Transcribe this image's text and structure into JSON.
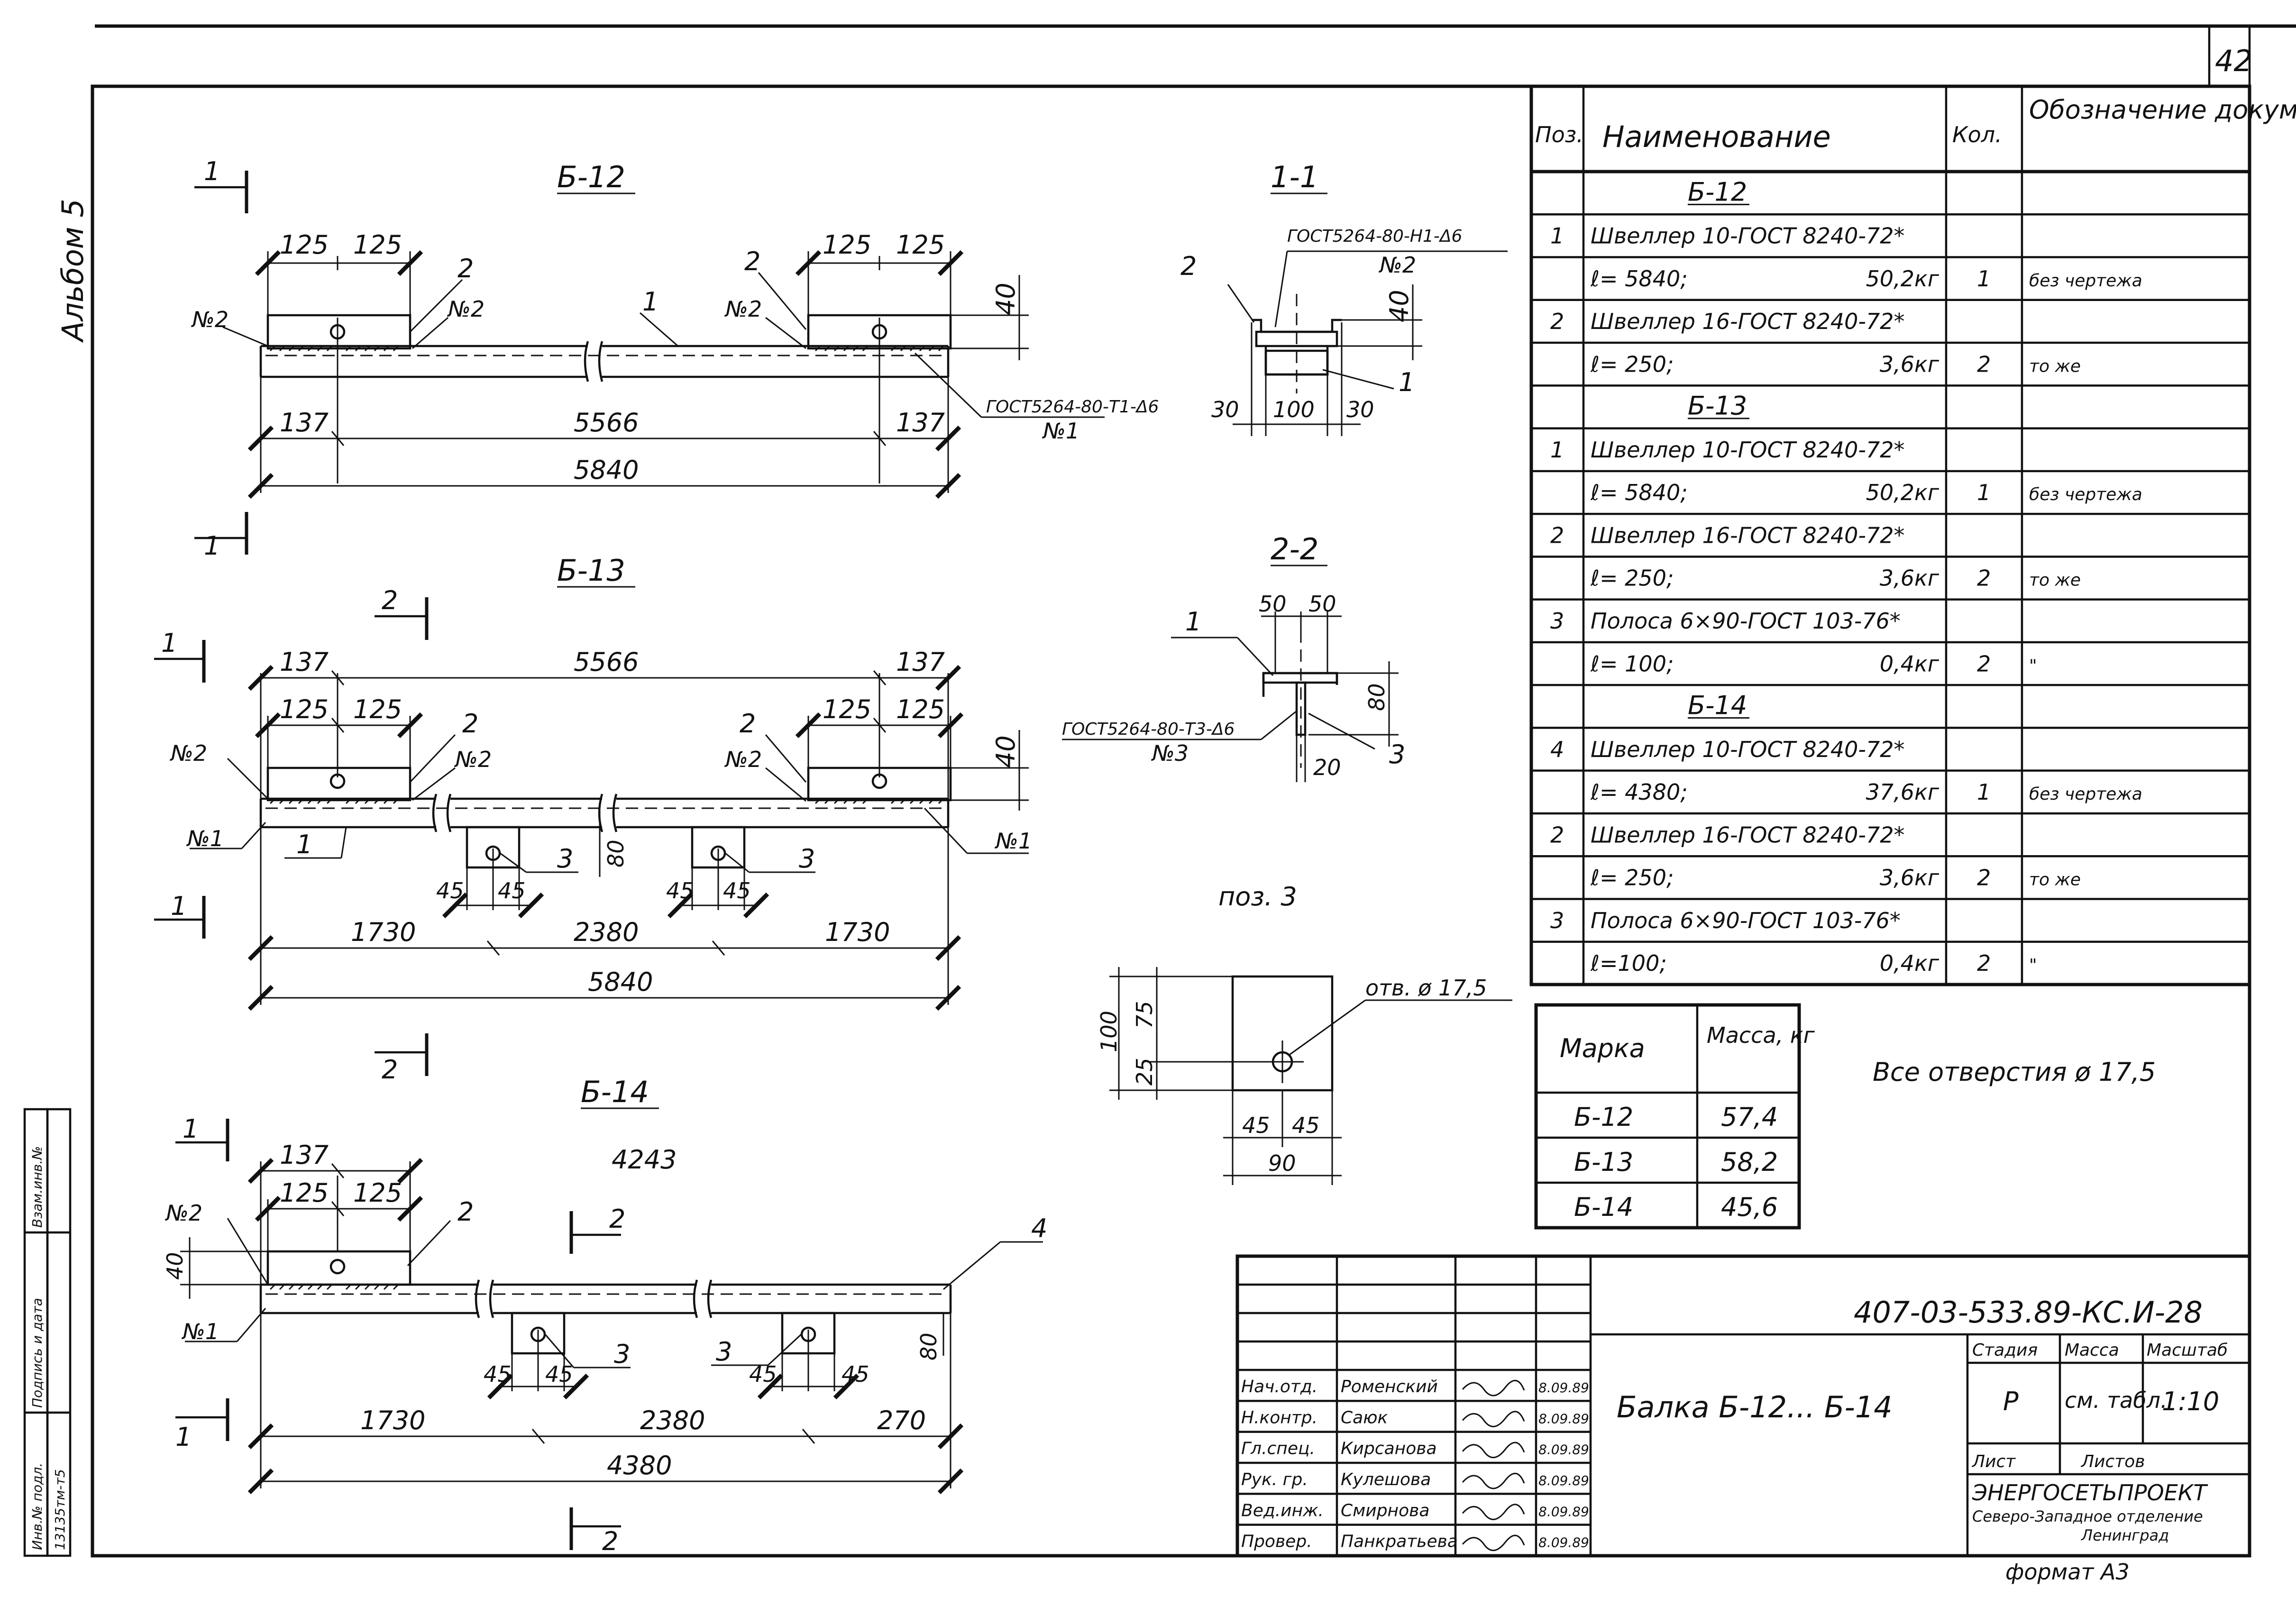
{
  "sheet": {
    "page_number": "42",
    "album_label": "Альбом 5",
    "format_label": "формат А3",
    "holes_note": "Все отверстия ø 17,5",
    "side_stamp": [
      "Инв.№ подл.",
      "Подпись и дата",
      "Взам.инв.№",
      "13135тм-т5"
    ]
  },
  "views": {
    "b12": {
      "title": "Б-12",
      "section_mark": "1",
      "dims": [
        "125",
        "125",
        "125",
        "125",
        "40",
        "137",
        "5566",
        "137",
        "5840"
      ],
      "leaders": [
        "2",
        "№2",
        "№2",
        "1",
        "№2",
        "2"
      ],
      "weld_note": [
        "ГОСТ5264-80-Т1-Δ6",
        "№1"
      ]
    },
    "b13": {
      "title": "Б-13",
      "section_marks": [
        "2",
        "1",
        "1",
        "2"
      ],
      "dims": [
        "137",
        "5566",
        "137",
        "125",
        "125",
        "125",
        "125",
        "40",
        "80",
        "45",
        "45",
        "45",
        "45",
        "1730",
        "2380",
        "1730",
        "5840"
      ],
      "leaders": [
        "№2",
        "2",
        "№2",
        "№1",
        "1",
        "3",
        "2",
        "№2",
        "3",
        "№1"
      ]
    },
    "b14": {
      "title": "Б-14",
      "section_marks": [
        "1",
        "1",
        "2",
        "2"
      ],
      "dims": [
        "137",
        "4243",
        "125",
        "125",
        "40",
        "80",
        "45",
        "45",
        "45",
        "45",
        "1730",
        "2380",
        "270",
        "4380"
      ],
      "leaders": [
        "№2",
        "2",
        "№1",
        "3",
        "3",
        "4"
      ]
    },
    "sec11": {
      "title": "1-1",
      "weld_note": [
        "ГОСТ5264-80-Н1-Δ6",
        "№2"
      ],
      "dims": [
        "40",
        "30",
        "100",
        "30"
      ],
      "leaders": [
        "2",
        "1"
      ]
    },
    "sec22": {
      "title": "2-2",
      "dims": [
        "50",
        "50",
        "80",
        "20"
      ],
      "weld_note": [
        "ГОСТ5264-80-Т3-Δ6",
        "№3"
      ],
      "leaders": [
        "1",
        "3"
      ]
    },
    "pos3": {
      "title": "поз. 3",
      "hole_label": "отв. ø 17,5",
      "dims": [
        "100",
        "75",
        "25",
        "45",
        "45",
        "90"
      ]
    }
  },
  "parts_table": {
    "headers": [
      "Поз.",
      "Наименование",
      "Кол.",
      "Обозначение документа"
    ],
    "rows": [
      {
        "type": "group",
        "name": "Б-12"
      },
      {
        "pos": "1",
        "name": "Швеллер 10-ГОСТ 8240-72*",
        "qty": "",
        "doc": ""
      },
      {
        "pos": "",
        "name": "ℓ= 5840;",
        "mass": "50,2кг",
        "qty": "1",
        "doc": "без чертежа"
      },
      {
        "pos": "2",
        "name": "Швеллер 16-ГОСТ 8240-72*",
        "qty": "",
        "doc": ""
      },
      {
        "pos": "",
        "name": "ℓ= 250;",
        "mass": "3,6кг",
        "qty": "2",
        "doc": "то же"
      },
      {
        "type": "group",
        "name": "Б-13"
      },
      {
        "pos": "1",
        "name": "Швеллер 10-ГОСТ 8240-72*",
        "qty": "",
        "doc": ""
      },
      {
        "pos": "",
        "name": "ℓ= 5840;",
        "mass": "50,2кг",
        "qty": "1",
        "doc": "без чертежа"
      },
      {
        "pos": "2",
        "name": "Швеллер 16-ГОСТ 8240-72*",
        "qty": "",
        "doc": ""
      },
      {
        "pos": "",
        "name": "ℓ= 250;",
        "mass": "3,6кг",
        "qty": "2",
        "doc": "то же"
      },
      {
        "pos": "3",
        "name": "Полоса 6×90-ГОСТ 103-76*",
        "qty": "",
        "doc": ""
      },
      {
        "pos": "",
        "name": "ℓ= 100;",
        "mass": "0,4кг",
        "qty": "2",
        "doc": "\""
      },
      {
        "type": "group",
        "name": "Б-14"
      },
      {
        "pos": "4",
        "name": "Швеллер 10-ГОСТ 8240-72*",
        "qty": "",
        "doc": ""
      },
      {
        "pos": "",
        "name": "ℓ= 4380;",
        "mass": "37,6кг",
        "qty": "1",
        "doc": "без чертежа"
      },
      {
        "pos": "2",
        "name": "Швеллер 16-ГОСТ 8240-72*",
        "qty": "",
        "doc": ""
      },
      {
        "pos": "",
        "name": "ℓ= 250;",
        "mass": "3,6кг",
        "qty": "2",
        "doc": "то же"
      },
      {
        "pos": "3",
        "name": "Полоса 6×90-ГОСТ 103-76*",
        "qty": "",
        "doc": ""
      },
      {
        "pos": "",
        "name": "ℓ=100;",
        "mass": "0,4кг",
        "qty": "2",
        "doc": "\""
      }
    ]
  },
  "mass_table": {
    "headers": [
      "Марка",
      "Масса, кг"
    ],
    "rows": [
      [
        "Б-12",
        "57,4"
      ],
      [
        "Б-13",
        "58,2"
      ],
      [
        "Б-14",
        "45,6"
      ]
    ]
  },
  "title_block": {
    "doc_code": "407-03-533.89-КС.И-28",
    "title": "Балка Б-12... Б-14",
    "stage_hdr": "Стадия",
    "mass_hdr": "Масса",
    "scale_hdr": "Масштаб",
    "stage": "Р",
    "mass_val": "см. табл.",
    "scale": "1:10",
    "sheet_lbl": "Лист",
    "sheets_lbl": "Листов",
    "org": [
      "ЭНЕРГОСЕТЬПРОЕКТ",
      "Северо-Западное отделение",
      "Ленинград"
    ],
    "signatures": [
      {
        "role": "Нач.отд.",
        "name": "Роменский",
        "date": "8.09.89"
      },
      {
        "role": "Н.контр.",
        "name": "Саюк",
        "date": "8.09.89"
      },
      {
        "role": "Гл.спец.",
        "name": "Кирсанова",
        "date": "8.09.89"
      },
      {
        "role": "Рук. гр.",
        "name": "Кулешова",
        "date": "8.09.89"
      },
      {
        "role": "Вед.инж.",
        "name": "Смирнова",
        "date": "8.09.89"
      },
      {
        "role": "Провер.",
        "name": "Панкратьева",
        "date": "8.09.89"
      }
    ]
  }
}
